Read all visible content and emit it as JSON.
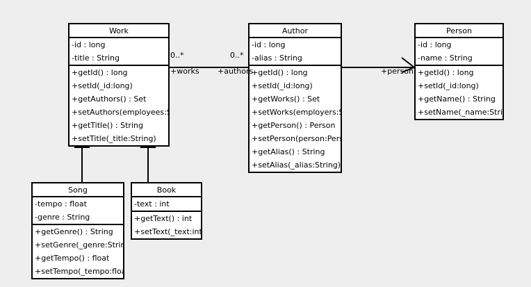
{
  "diagram": {
    "type": "uml-class-diagram",
    "background_color": "#eeeeee",
    "line_color": "#000000",
    "box_fill": "#ffffff"
  },
  "classes": [
    {
      "id": "work",
      "name": "Work",
      "attributes": [
        "-id : long",
        "-title : String"
      ],
      "methods": [
        "+getId() : long",
        "+setId(_id:long)",
        "+getAuthors() : Set",
        "+setAuthors(employees:Set)",
        "+getTitle() : String",
        "+setTitle(_title:String)"
      ]
    },
    {
      "id": "author",
      "name": "Author",
      "attributes": [
        "-id : long",
        "-alias : String"
      ],
      "methods": [
        "+getId() : long",
        "+setId(_id:long)",
        "+getWorks() : Set",
        "+setWorks(employers:Set)",
        "+getPerson() : Person",
        "+setPerson(person:Person)",
        "+getAlias() : String",
        "+setAlias(_alias:String)"
      ]
    },
    {
      "id": "person",
      "name": "Person",
      "attributes": [
        "-id : long",
        "-name : String"
      ],
      "methods": [
        "+getId() : long",
        "+setId(_id:long)",
        "+getName() : String",
        "+setName(_name:String)"
      ]
    },
    {
      "id": "song",
      "name": "Song",
      "attributes": [
        "-tempo : float",
        "-genre : String"
      ],
      "methods": [
        "+getGenre() : String",
        "+setGenre(_genre:String)",
        "+getTempo() : float",
        "+setTempo(_tempo:float)"
      ]
    },
    {
      "id": "book",
      "name": "Book",
      "attributes": [
        "-text : int"
      ],
      "methods": [
        "+getText() : int",
        "+setText(_text:int)"
      ]
    }
  ],
  "relationships": {
    "work_author": {
      "kind": "association",
      "source_multiplicity": "0..*",
      "target_multiplicity": "0..*",
      "source_role": "+works",
      "target_role": "+authors"
    },
    "author_person": {
      "kind": "directed-association",
      "target_role": "+person"
    },
    "song_work": {
      "kind": "generalization"
    },
    "book_work": {
      "kind": "generalization"
    }
  }
}
